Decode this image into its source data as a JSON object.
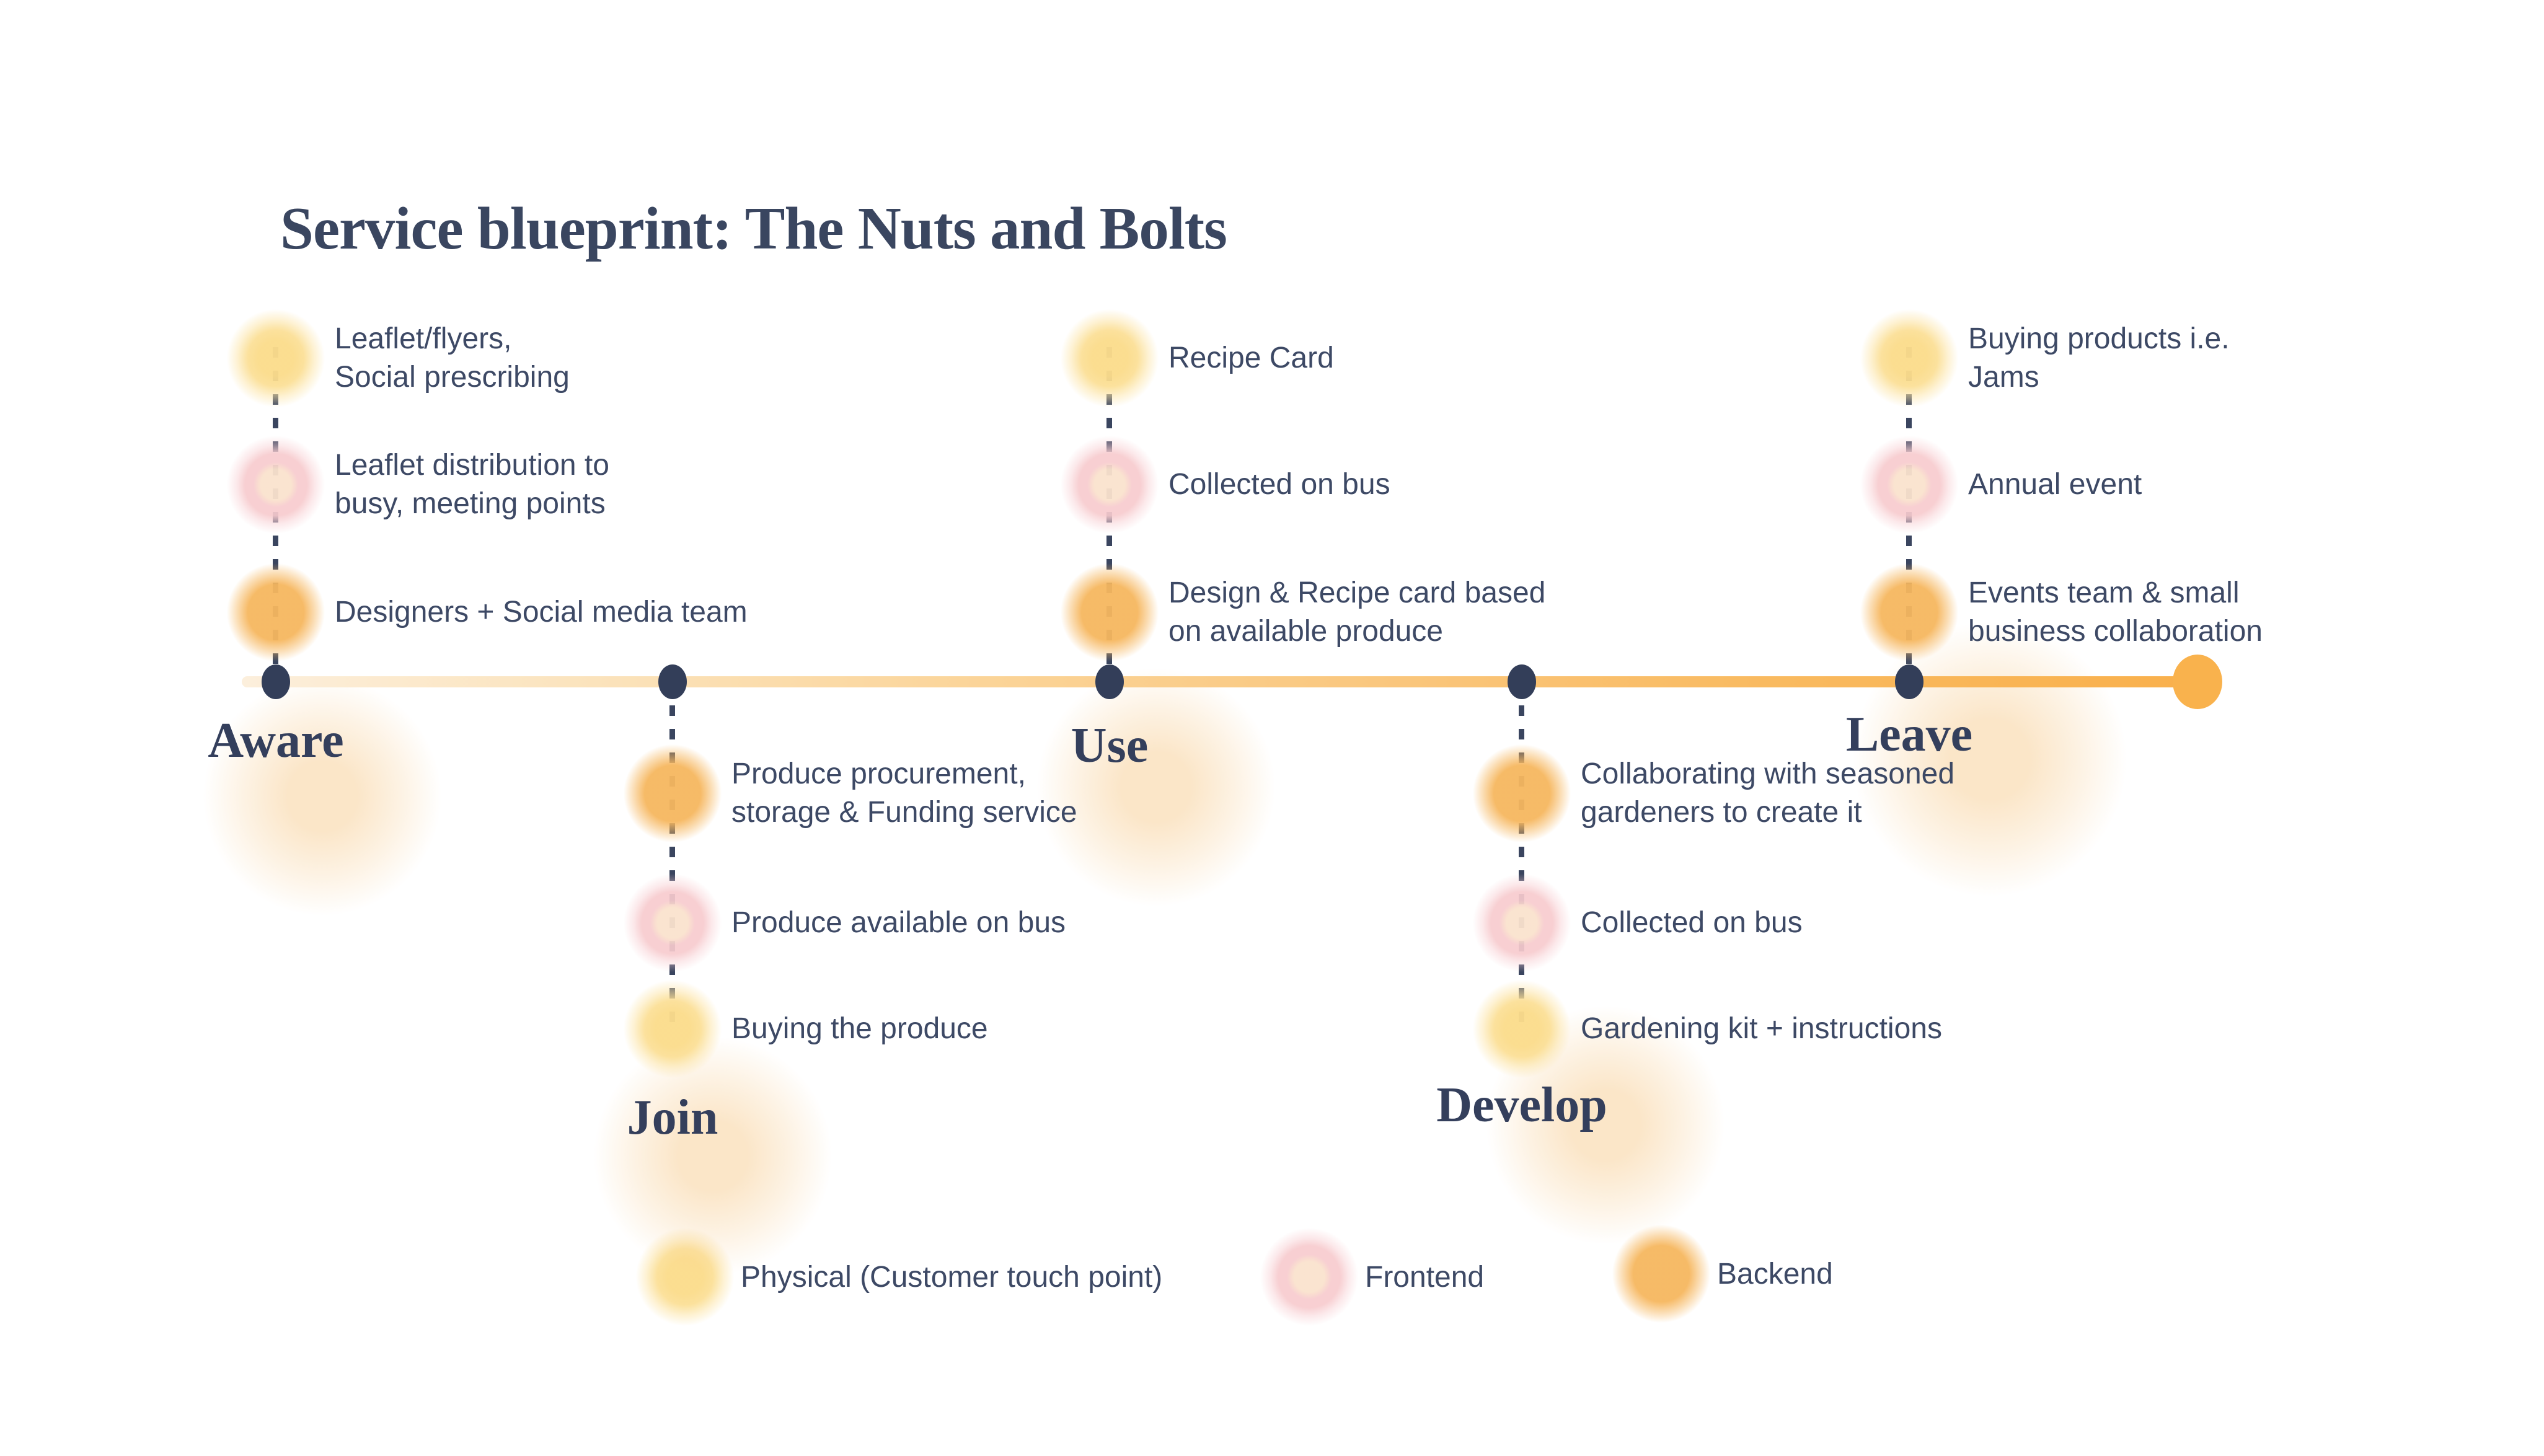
{
  "title": "Service blueprint: The Nuts and Bolts",
  "stages": [
    {
      "label": "Aware",
      "items": [
        {
          "type": "physical",
          "text": "Leaflet/flyers,\nSocial prescribing"
        },
        {
          "type": "frontend",
          "text": "Leaflet distribution to\nbusy, meeting points"
        },
        {
          "type": "backend",
          "text": "Designers + Social media team"
        }
      ]
    },
    {
      "label": "Join",
      "items": [
        {
          "type": "backend",
          "text": "Produce procurement,\nstorage & Funding service"
        },
        {
          "type": "frontend",
          "text": "Produce  available on bus"
        },
        {
          "type": "physical",
          "text": "Buying the produce"
        }
      ]
    },
    {
      "label": "Use",
      "items": [
        {
          "type": "physical",
          "text": "Recipe Card"
        },
        {
          "type": "frontend",
          "text": "Collected on bus"
        },
        {
          "type": "backend",
          "text": "Design & Recipe card based\non available produce"
        }
      ]
    },
    {
      "label": "Develop",
      "items": [
        {
          "type": "backend",
          "text": "Collaborating with seasoned\ngardeners to create it"
        },
        {
          "type": "frontend",
          "text": "Collected on bus"
        },
        {
          "type": "physical",
          "text": "Gardening kit + instructions"
        }
      ]
    },
    {
      "label": "Leave",
      "items": [
        {
          "type": "physical",
          "text": "Buying products i.e.\nJams"
        },
        {
          "type": "frontend",
          "text": "Annual event"
        },
        {
          "type": "backend",
          "text": "Events team & small\nbusiness collaboration"
        }
      ]
    }
  ],
  "legend": {
    "items": [
      {
        "type": "physical",
        "label": "Physical (Customer touch point)"
      },
      {
        "type": "frontend",
        "label": "Frontend"
      },
      {
        "type": "backend",
        "label": "Backend"
      }
    ]
  },
  "colors": {
    "physical": "#FBDC8C",
    "frontend": "#F7CBCE",
    "backend": "#F6B75F",
    "timeline_start": "#FCEFDC",
    "timeline_end": "#F9B04C",
    "node": "#333E59",
    "text": "#3D4965",
    "heading": "#343F5C"
  }
}
